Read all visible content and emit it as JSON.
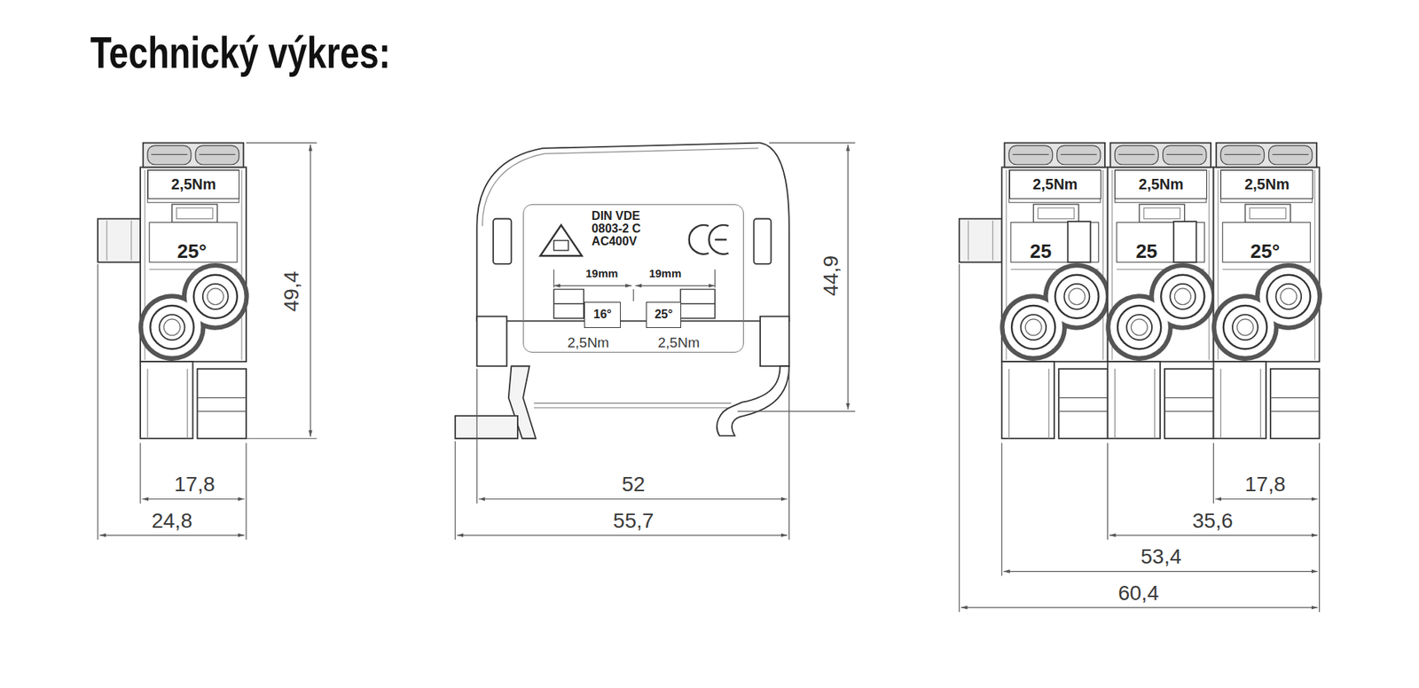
{
  "diagram": {
    "title": "Technický výkres:",
    "nodes": [
      {
        "text": [
          "2,5Nm"
        ]
      },
      {
        "text": [
          "DIN VDE 0803-2 C AC400V"
        ]
      },
      {
        "text": [
          "16°"
        ],
        "in": 1
      },
      {
        "text": [
          "25°"
        ],
        "in": 1
      },
      {
        "text": [
          "2,5Nm"
        ]
      },
      {
        "text": [
          "2,5Nm"
        ]
      },
      {
        "text": [
          "2,5Nm"
        ]
      }
    ],
    "labels": [
      "25°",
      "49,4",
      "17,8",
      "24,8",
      "19mm",
      "19mm",
      "2,5Nm",
      "2,5Nm",
      "44,9",
      "52",
      "55,7",
      "25",
      "25",
      "25°",
      "17,8",
      "35,6",
      "53,4",
      "60,4"
    ]
  }
}
